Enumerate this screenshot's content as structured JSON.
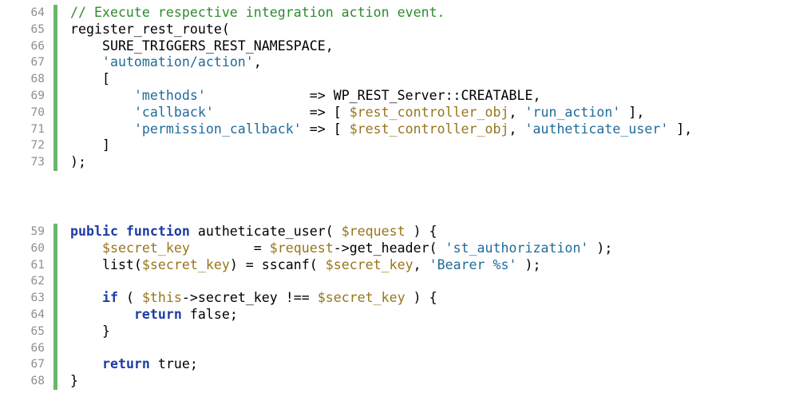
{
  "colors": {
    "gutter_bar": "#67b86b",
    "line_number": "#8f8f8f",
    "comment": "#2e8b2e",
    "keyword": "#1d3ba8",
    "string": "#1f6b9a",
    "variable": "#97761c",
    "plain": "#000000"
  },
  "blocks": [
    {
      "name": "register-route-block",
      "lines": [
        {
          "number": "64",
          "tokens": [
            {
              "type": "comment",
              "text": "// Execute respective integration action event."
            }
          ]
        },
        {
          "number": "65",
          "tokens": [
            {
              "type": "plain",
              "text": "register_rest_route("
            }
          ]
        },
        {
          "number": "66",
          "tokens": [
            {
              "type": "plain",
              "text": "    SURE_TRIGGERS_REST_NAMESPACE,"
            }
          ]
        },
        {
          "number": "67",
          "tokens": [
            {
              "type": "plain",
              "text": "    "
            },
            {
              "type": "string",
              "text": "'automation/action'"
            },
            {
              "type": "plain",
              "text": ","
            }
          ]
        },
        {
          "number": "68",
          "tokens": [
            {
              "type": "plain",
              "text": "    ["
            }
          ]
        },
        {
          "number": "69",
          "tokens": [
            {
              "type": "plain",
              "text": "        "
            },
            {
              "type": "string",
              "text": "'methods'"
            },
            {
              "type": "plain",
              "text": "             => WP_REST_Server::CREATABLE,"
            }
          ]
        },
        {
          "number": "70",
          "tokens": [
            {
              "type": "plain",
              "text": "        "
            },
            {
              "type": "string",
              "text": "'callback'"
            },
            {
              "type": "plain",
              "text": "            => [ "
            },
            {
              "type": "variable",
              "text": "$rest_controller_obj"
            },
            {
              "type": "plain",
              "text": ", "
            },
            {
              "type": "string",
              "text": "'run_action'"
            },
            {
              "type": "plain",
              "text": " ],"
            }
          ]
        },
        {
          "number": "71",
          "tokens": [
            {
              "type": "plain",
              "text": "        "
            },
            {
              "type": "string",
              "text": "'permission_callback'"
            },
            {
              "type": "plain",
              "text": " => [ "
            },
            {
              "type": "variable",
              "text": "$rest_controller_obj"
            },
            {
              "type": "plain",
              "text": ", "
            },
            {
              "type": "string",
              "text": "'autheticate_user'"
            },
            {
              "type": "plain",
              "text": " ],"
            }
          ]
        },
        {
          "number": "72",
          "tokens": [
            {
              "type": "plain",
              "text": "    ]"
            }
          ]
        },
        {
          "number": "73",
          "tokens": [
            {
              "type": "plain",
              "text": ");"
            }
          ]
        }
      ]
    },
    {
      "name": "authenticate-function-block",
      "lines": [
        {
          "number": "59",
          "tokens": [
            {
              "type": "keyword",
              "text": "public function"
            },
            {
              "type": "plain",
              "text": " autheticate_user( "
            },
            {
              "type": "variable",
              "text": "$request"
            },
            {
              "type": "plain",
              "text": " ) {"
            }
          ]
        },
        {
          "number": "60",
          "tokens": [
            {
              "type": "plain",
              "text": "    "
            },
            {
              "type": "variable",
              "text": "$secret_key"
            },
            {
              "type": "plain",
              "text": "        = "
            },
            {
              "type": "variable",
              "text": "$request"
            },
            {
              "type": "plain",
              "text": "->get_header( "
            },
            {
              "type": "string",
              "text": "'st_authorization'"
            },
            {
              "type": "plain",
              "text": " );"
            }
          ]
        },
        {
          "number": "61",
          "tokens": [
            {
              "type": "plain",
              "text": "    list("
            },
            {
              "type": "variable",
              "text": "$secret_key"
            },
            {
              "type": "plain",
              "text": ") = sscanf( "
            },
            {
              "type": "variable",
              "text": "$secret_key"
            },
            {
              "type": "plain",
              "text": ", "
            },
            {
              "type": "string",
              "text": "'Bearer %s'"
            },
            {
              "type": "plain",
              "text": " );"
            }
          ]
        },
        {
          "number": "62",
          "tokens": [
            {
              "type": "plain",
              "text": ""
            }
          ]
        },
        {
          "number": "63",
          "tokens": [
            {
              "type": "plain",
              "text": "    "
            },
            {
              "type": "keyword",
              "text": "if"
            },
            {
              "type": "plain",
              "text": " ( "
            },
            {
              "type": "variable",
              "text": "$this"
            },
            {
              "type": "plain",
              "text": "->secret_key !== "
            },
            {
              "type": "variable",
              "text": "$secret_key"
            },
            {
              "type": "plain",
              "text": " ) {"
            }
          ]
        },
        {
          "number": "64",
          "tokens": [
            {
              "type": "plain",
              "text": "        "
            },
            {
              "type": "keyword",
              "text": "return"
            },
            {
              "type": "plain",
              "text": " false;"
            }
          ]
        },
        {
          "number": "65",
          "tokens": [
            {
              "type": "plain",
              "text": "    }"
            }
          ]
        },
        {
          "number": "66",
          "tokens": [
            {
              "type": "plain",
              "text": ""
            }
          ]
        },
        {
          "number": "67",
          "tokens": [
            {
              "type": "plain",
              "text": "    "
            },
            {
              "type": "keyword",
              "text": "return"
            },
            {
              "type": "plain",
              "text": " true;"
            }
          ]
        },
        {
          "number": "68",
          "tokens": [
            {
              "type": "plain",
              "text": "}"
            }
          ]
        }
      ]
    }
  ]
}
